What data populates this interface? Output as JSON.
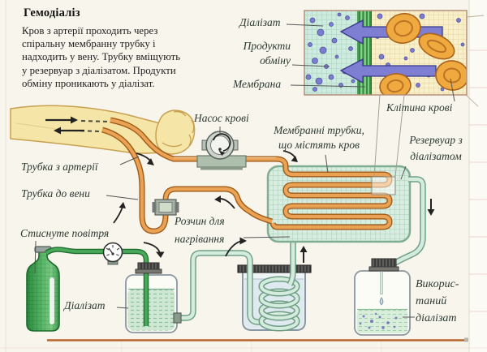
{
  "title": "Гемодіаліз",
  "description": {
    "lines": [
      "Кров з артерії проходить через",
      "спіральну мембранну трубку і",
      "надходить у вену. Трубку вміщують",
      "у  резервуар з діалізатом. Продукти",
      "обміну проникають у діалізат."
    ]
  },
  "inset": {
    "dialysate": "Діалізат",
    "products_line1": "Продукти",
    "products_line2": "обміну",
    "membrane": "Мембрана",
    "blood_cell": "Клітина крові"
  },
  "labels": {
    "blood_pump": "Насос крові",
    "membrane_tubes_line1": "Мембранні трубки,",
    "membrane_tubes_line2": "що містять кров",
    "reservoir_line1": "Резервуар з",
    "reservoir_line2": "діалізатом",
    "artery_tube": "Трубка з артерії",
    "vein_tube": "Трубка до вени",
    "compressed_air": "Стиснуте повітря",
    "dialysate_jar": "Діалізат",
    "heating_solution_line1": "Розчин для",
    "heating_solution_line2": "нагрівання",
    "used_dialysate_line1": "Викорис-",
    "used_dialysate_line2": "таний",
    "used_dialysate_line3": "діалізат"
  },
  "colors": {
    "page_background": "#f8f5ec",
    "blood_tube": "#eaa254",
    "blood_tube_edge": "#a05a18",
    "dialysate_tube": "#d4ecde",
    "dialysate_tube_edge": "#6f9e84",
    "air_tube": "#49a85a",
    "membrane_green": "#3f9e4f",
    "inset_arrow_purple": "#7e7ed2",
    "blood_cell_orange": "#efa93f",
    "dot_purple": "#7d7dce",
    "bottom_rule": "#b5652a",
    "label_text": "#2b3a32"
  }
}
